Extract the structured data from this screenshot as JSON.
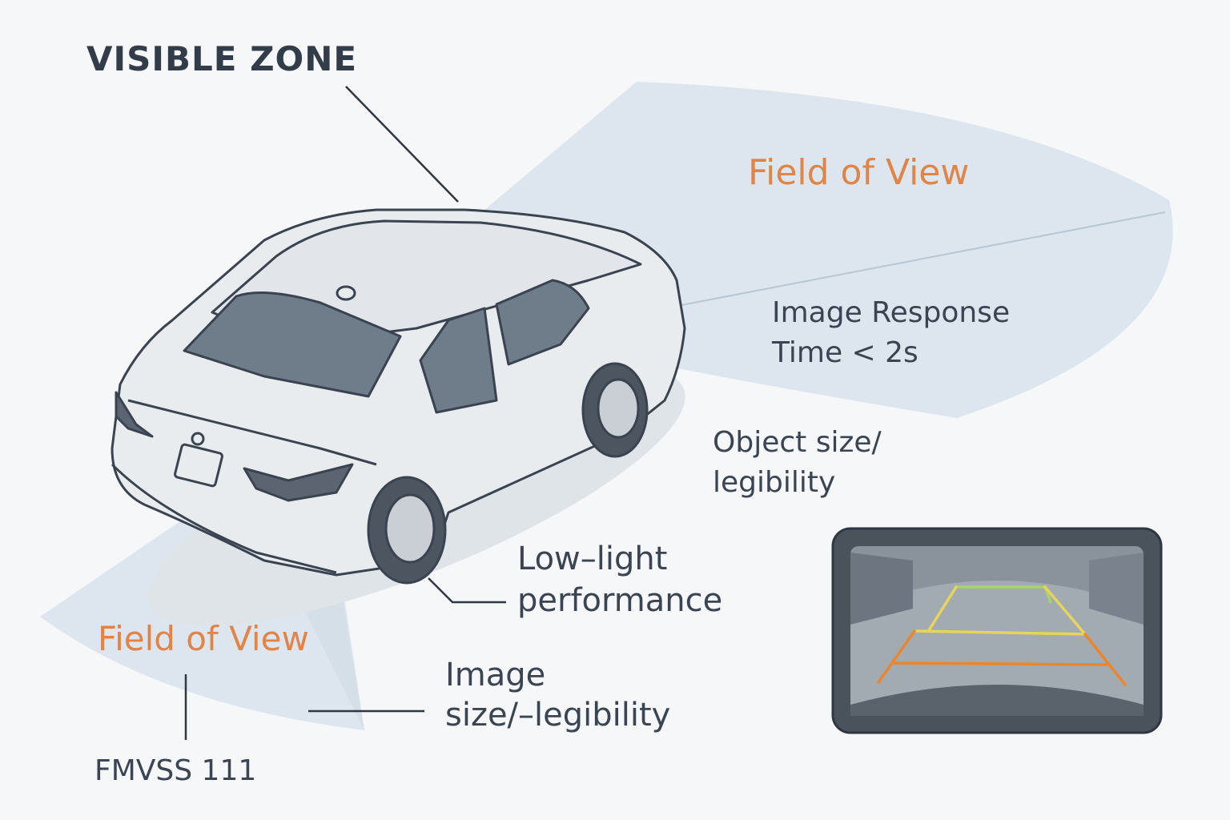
{
  "labels": {
    "visible_zone": "VISIBLE ZONE",
    "field_of_view_top": "Field of View",
    "field_of_view_bottom": "Field of View",
    "image_response": [
      "Image Response",
      "Time < 2s"
    ],
    "object_size": [
      "Object size/",
      "legibility"
    ],
    "low_light": [
      "Low–light",
      "performance"
    ],
    "image_size": [
      "Image",
      "size/–legibility"
    ],
    "fmvss": "FMVSS 111"
  },
  "colors": {
    "background": "#f5f7f9",
    "field_of_view_fill": "#dde6ee",
    "accent_orange": "#e08447",
    "text_dark": "#3b4452",
    "car_body": "#e9ecef",
    "car_outline": "#3a4350",
    "glass": "#6f7d8a",
    "screen_frame": "#4a525c",
    "guide_far": "#a8d36a",
    "guide_mid": "#e8d45a",
    "guide_near": "#e9862e"
  },
  "icons": {
    "car": "sedan-rear-quarter-illustration",
    "display": "backup-camera-screen"
  }
}
